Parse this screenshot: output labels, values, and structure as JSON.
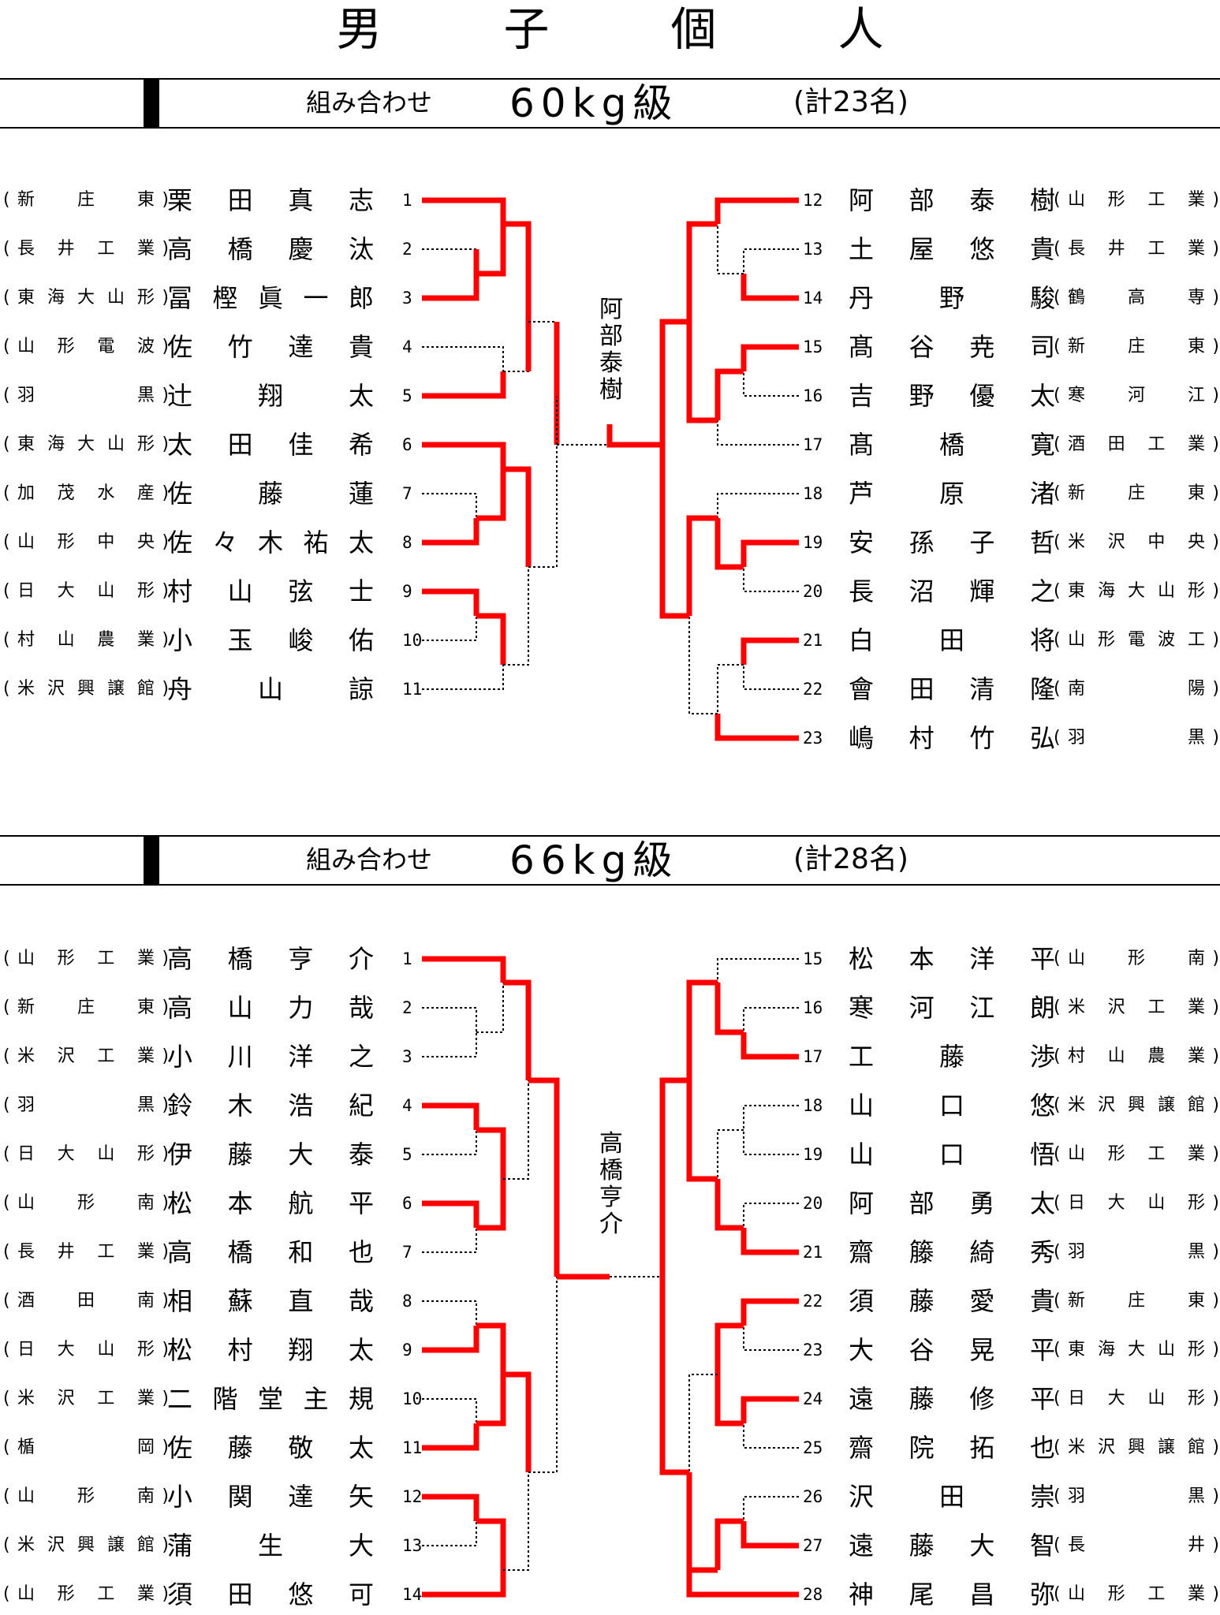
{
  "title": "男　子　個　人",
  "brackets": [
    {
      "label": "組み合わせ",
      "weight": "60kg級",
      "count": "(計23名)",
      "winner": "阿部泰樹",
      "left": [
        {
          "num": "1",
          "name": "栗田真志",
          "school": "新庄東"
        },
        {
          "num": "2",
          "name": "高橋慶汰",
          "school": "長井工業"
        },
        {
          "num": "3",
          "name": "冨樫眞一郎",
          "school": "東海大山形"
        },
        {
          "num": "4",
          "name": "佐竹達貴",
          "school": "山形電波"
        },
        {
          "num": "5",
          "name": "辻翔太",
          "school": "羽黒"
        },
        {
          "num": "6",
          "name": "太田佳希",
          "school": "東海大山形"
        },
        {
          "num": "7",
          "name": "佐藤蓮",
          "school": "加茂水産"
        },
        {
          "num": "8",
          "name": "佐々木祐太",
          "school": "山形中央"
        },
        {
          "num": "9",
          "name": "村山弦士",
          "school": "日大山形"
        },
        {
          "num": "10",
          "name": "小玉峻佑",
          "school": "村山農業"
        },
        {
          "num": "11",
          "name": "舟山諒",
          "school": "米沢興譲館"
        }
      ],
      "right": [
        {
          "num": "12",
          "name": "阿部泰樹",
          "school": "山形工業"
        },
        {
          "num": "13",
          "name": "土屋悠貴",
          "school": "長井工業"
        },
        {
          "num": "14",
          "name": "丹野駿",
          "school": "鶴高専"
        },
        {
          "num": "15",
          "name": "髙谷尭司",
          "school": "新庄東"
        },
        {
          "num": "16",
          "name": "吉野優太",
          "school": "寒河江"
        },
        {
          "num": "17",
          "name": "髙橋寛",
          "school": "酒田工業"
        },
        {
          "num": "18",
          "name": "芦原渚",
          "school": "新庄東"
        },
        {
          "num": "19",
          "name": "安孫子哲",
          "school": "米沢中央"
        },
        {
          "num": "20",
          "name": "長沼輝之",
          "school": "東海大山形"
        },
        {
          "num": "21",
          "name": "白田将",
          "school": "山形電波工"
        },
        {
          "num": "22",
          "name": "會田清隆",
          "school": "南陽"
        },
        {
          "num": "23",
          "name": "嶋村竹弘",
          "school": "羽黒"
        }
      ]
    },
    {
      "label": "組み合わせ",
      "weight": "66kg級",
      "count": "(計28名)",
      "winner": "高橋亨介",
      "left": [
        {
          "num": "1",
          "name": "高橋亨介",
          "school": "山形工業"
        },
        {
          "num": "2",
          "name": "高山力哉",
          "school": "新庄東"
        },
        {
          "num": "3",
          "name": "小川洋之",
          "school": "米沢工業"
        },
        {
          "num": "4",
          "name": "鈴木浩紀",
          "school": "羽黒"
        },
        {
          "num": "5",
          "name": "伊藤大泰",
          "school": "日大山形"
        },
        {
          "num": "6",
          "name": "松本航平",
          "school": "山形南"
        },
        {
          "num": "7",
          "name": "高橋和也",
          "school": "長井工業"
        },
        {
          "num": "8",
          "name": "相蘇直哉",
          "school": "酒田南"
        },
        {
          "num": "9",
          "name": "松村翔太",
          "school": "日大山形"
        },
        {
          "num": "10",
          "name": "二階堂主規",
          "school": "米沢工業"
        },
        {
          "num": "11",
          "name": "佐藤敬太",
          "school": "楯岡"
        },
        {
          "num": "12",
          "name": "小関達矢",
          "school": "山形南"
        },
        {
          "num": "13",
          "name": "蒲生大",
          "school": "米沢興譲館"
        },
        {
          "num": "14",
          "name": "須田悠可",
          "school": "山形工業"
        }
      ],
      "right": [
        {
          "num": "15",
          "name": "松本洋平",
          "school": "山形南"
        },
        {
          "num": "16",
          "name": "寒河江朗",
          "school": "米沢工業"
        },
        {
          "num": "17",
          "name": "工藤渉",
          "school": "村山農業"
        },
        {
          "num": "18",
          "name": "山口悠",
          "school": "米沢興譲館"
        },
        {
          "num": "19",
          "name": "山口悟",
          "school": "山形工業"
        },
        {
          "num": "20",
          "name": "阿部勇太",
          "school": "日大山形"
        },
        {
          "num": "21",
          "name": "齋籐綺秀",
          "school": "羽黒"
        },
        {
          "num": "22",
          "name": "須藤愛貴",
          "school": "新庄東"
        },
        {
          "num": "23",
          "name": "大谷晃平",
          "school": "東海大山形"
        },
        {
          "num": "24",
          "name": "遠藤修平",
          "school": "日大山形"
        },
        {
          "num": "25",
          "name": "齋院拓也",
          "school": "米沢興譲館"
        },
        {
          "num": "26",
          "name": "沢田崇",
          "school": "羽黒"
        },
        {
          "num": "27",
          "name": "遠藤大智",
          "school": "長井"
        },
        {
          "num": "28",
          "name": "神尾昌弥",
          "school": "山形工業"
        }
      ]
    }
  ],
  "colors": {
    "win": "#ff0000",
    "loss": "#000000"
  }
}
